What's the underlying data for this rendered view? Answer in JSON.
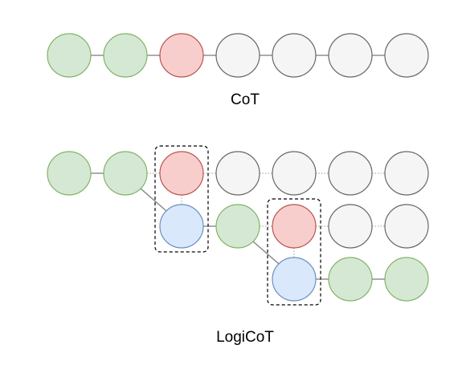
{
  "cot": {
    "caption": "CoT",
    "nodes": [
      "correct",
      "correct",
      "error",
      "pending",
      "pending",
      "pending",
      "pending"
    ]
  },
  "logicot": {
    "caption": "LogiCoT",
    "rows": [
      [
        "correct",
        "correct",
        "error",
        "pending",
        "pending",
        "pending",
        "pending"
      ],
      [
        null,
        null,
        "revised",
        "correct",
        "error",
        "pending",
        "pending"
      ],
      [
        null,
        null,
        null,
        null,
        "revised",
        "correct",
        "correct"
      ]
    ]
  },
  "colors": {
    "correct": {
      "fill": "#d5e8d4",
      "stroke": "#82b366"
    },
    "error": {
      "fill": "#f8cecc",
      "stroke": "#b85450"
    },
    "pending": {
      "fill": "#f5f5f5",
      "stroke": "#666666"
    },
    "revised": {
      "fill": "#dae8fc",
      "stroke": "#6c8ebf"
    },
    "solid_edge": "#808080",
    "dotted_edge": "#9e9e9e",
    "check_box": "#000000"
  }
}
